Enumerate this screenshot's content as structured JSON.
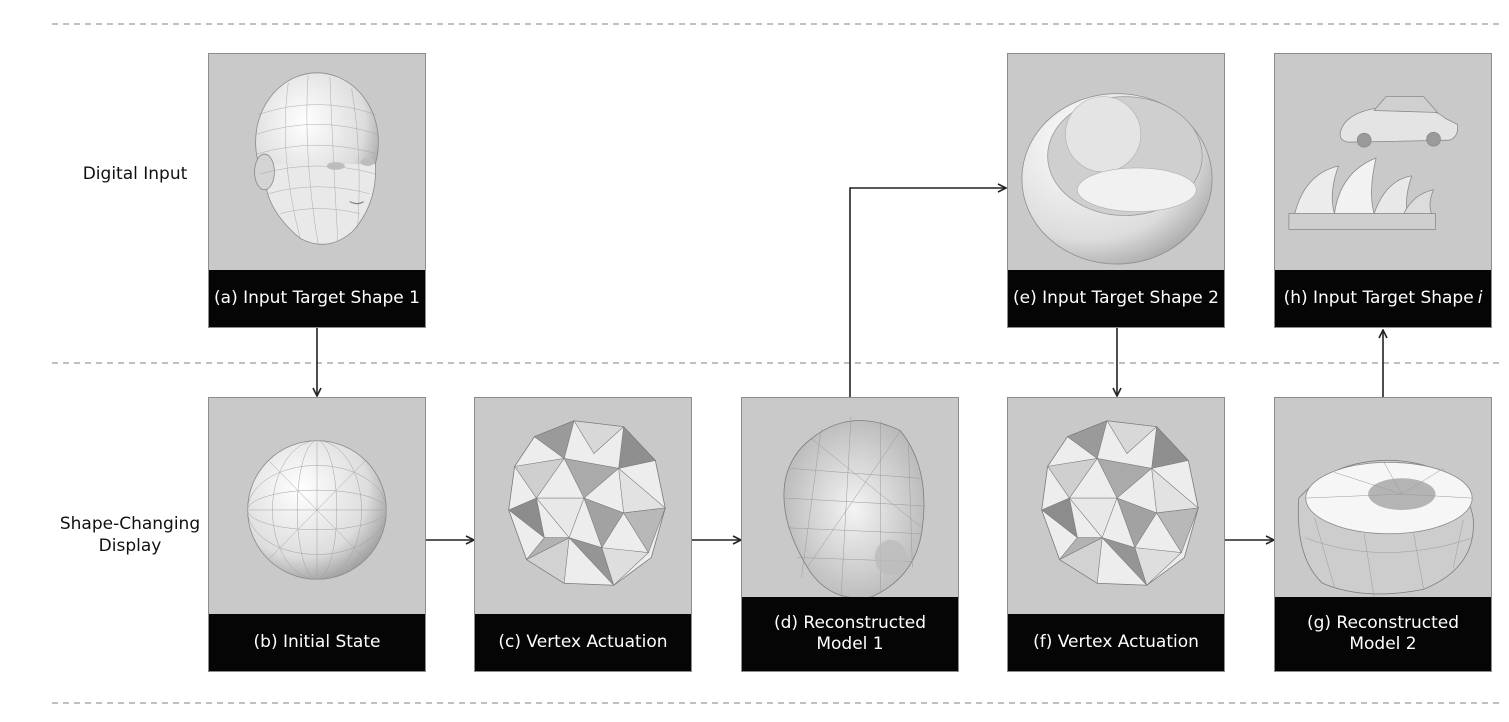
{
  "rows": {
    "digital_input": "Digital Input",
    "shape_changing": [
      "Shape-Changing",
      "Display"
    ]
  },
  "panels": {
    "a": {
      "caption": "(a) Input Target Shape 1",
      "image": "3d-head-wireframe"
    },
    "b": {
      "caption": "(b) Initial State",
      "image": "triangulated-sphere"
    },
    "c": {
      "caption": "(c) Vertex Actuation",
      "image": "actuated-faceted-mesh"
    },
    "d": {
      "caption": [
        "(d) Reconstructed",
        "Model 1"
      ],
      "image": "reconstructed-head-mesh"
    },
    "e": {
      "caption": "(e) Input Target Shape 2",
      "image": "egg-chair-model"
    },
    "f": {
      "caption": "(f) Vertex Actuation",
      "image": "actuated-faceted-mesh"
    },
    "g": {
      "caption": [
        "(g) Reconstructed",
        "Model 2"
      ],
      "image": "reconstructed-chair-mesh"
    },
    "h": {
      "caption": "(h) Input Target Shape",
      "caption_italic": "i",
      "image": "car-and-opera-house-models"
    }
  },
  "colors": {
    "panel_bg": "#c9c9c9",
    "caption_bg": "#050505",
    "caption_text": "#ffffff",
    "arrow": "#222222",
    "divider": "#9a9a9a"
  }
}
